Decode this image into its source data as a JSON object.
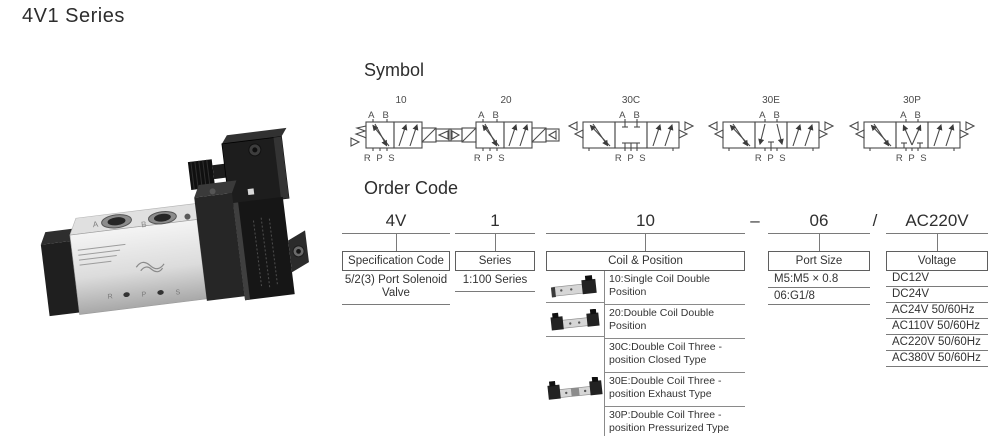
{
  "page": {
    "title": "4V1 Series"
  },
  "symbol_section": {
    "heading": "Symbol",
    "symbols": [
      {
        "label": "10",
        "top_ports": "A B",
        "bottom_ports": "R P S"
      },
      {
        "label": "20",
        "top_ports": "A B",
        "bottom_ports": "R P S"
      },
      {
        "label": "30C",
        "top_ports": "A B",
        "bottom_ports": "R P S"
      },
      {
        "label": "30E",
        "top_ports": "A B",
        "bottom_ports": "R P S"
      },
      {
        "label": "30P",
        "top_ports": "A B",
        "bottom_ports": "R P S"
      }
    ]
  },
  "order_code": {
    "heading": "Order Code",
    "separators": {
      "dash": "–",
      "slash": "/"
    },
    "specification": {
      "code": "4V",
      "label": "Specification Code",
      "description": "5/2(3) Port Solenoid Valve"
    },
    "series": {
      "code": "1",
      "label": "Series",
      "description": "1:100 Series"
    },
    "coil_position": {
      "code": "10",
      "label": "Coil & Position",
      "rows": [
        "10:Single Coil Double Position",
        "20:Double Coil Double Position",
        "30C:Double Coil Three -position Closed Type",
        "30E:Double Coil Three -position Exhaust Type",
        "30P:Double Coil Three -position Pressurized Type"
      ]
    },
    "port_size": {
      "code": "06",
      "label": "Port Size",
      "options": [
        "M5:M5 × 0.8",
        "06:G1/8"
      ]
    },
    "voltage": {
      "code": "AC220V",
      "label": "Voltage",
      "options": [
        "DC12V",
        "DC24V",
        "AC24V 50/60Hz",
        "AC110V 50/60Hz",
        "AC220V 50/60Hz",
        "AC380V 50/60Hz"
      ]
    }
  },
  "product_photo": {
    "markings": {
      "a": "A",
      "b": "B",
      "r": "R",
      "p": "P",
      "s": "S"
    }
  },
  "colors": {
    "ink": "#333333",
    "line": "#7a7a7a"
  }
}
